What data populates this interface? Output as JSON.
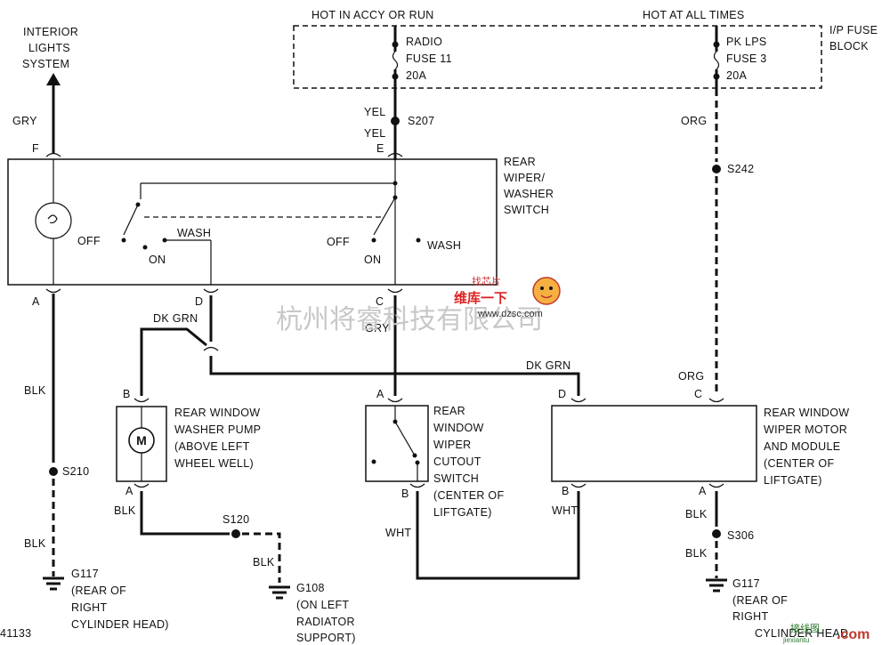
{
  "header": {
    "hot_accy_run": "HOT IN ACCY OR RUN",
    "hot_all_times": "HOT AT ALL TIMES",
    "fuse_block": [
      "I/P FUSE",
      "BLOCK"
    ]
  },
  "fuses": {
    "radio": [
      "RADIO",
      "FUSE 11",
      "20A"
    ],
    "pk_lps": [
      "PK LPS",
      "FUSE 3",
      "20A"
    ]
  },
  "interior_lights": [
    "INTERIOR",
    "LIGHTS",
    "SYSTEM"
  ],
  "wires": {
    "gry": "GRY",
    "yel": "YEL",
    "org": "ORG",
    "blk": "BLK",
    "dk_grn": "DK GRN",
    "wht": "WHT"
  },
  "splices": {
    "s207": "S207",
    "s242": "S242",
    "s210": "S210",
    "s120": "S120",
    "s306": "S306"
  },
  "pins": {
    "a": "A",
    "b": "B",
    "c": "C",
    "d": "D",
    "e": "E",
    "f": "F"
  },
  "switch": {
    "name": [
      "REAR",
      "WIPER/",
      "WASHER",
      "SWITCH"
    ],
    "off": "OFF",
    "on": "ON",
    "wash": "WASH"
  },
  "pump": {
    "name": [
      "REAR WINDOW",
      "WASHER PUMP",
      "(ABOVE LEFT",
      "WHEEL WELL)"
    ],
    "motor_symbol": "M"
  },
  "cutout": {
    "name": [
      "REAR",
      "WINDOW",
      "WIPER",
      "CUTOUT",
      "SWITCH",
      "(CENTER OF",
      "LIFTGATE)"
    ]
  },
  "motor_module": {
    "name": [
      "REAR WINDOW",
      "WIPER MOTOR",
      "AND MODULE",
      "(CENTER OF",
      "LIFTGATE)"
    ]
  },
  "grounds": {
    "g117_left": [
      "G117",
      "(REAR OF",
      "RIGHT",
      "CYLINDER HEAD)"
    ],
    "g108": [
      "G108",
      "(ON LEFT",
      "RADIATOR",
      "SUPPORT)"
    ],
    "g117_right": [
      "G117",
      "(REAR OF",
      "RIGHT",
      "CYLINDER HEAD"
    ]
  },
  "figure_id": "41133",
  "watermark": {
    "cn_company": "杭州将睿科技有限公司",
    "site": "www.dzsc.com",
    "logo_cn": "维库一下",
    "logo_top": "找芯片",
    "bottom_site": ".com",
    "bottom_cn": "接线图",
    "bottom_en": "jiexiantu"
  }
}
